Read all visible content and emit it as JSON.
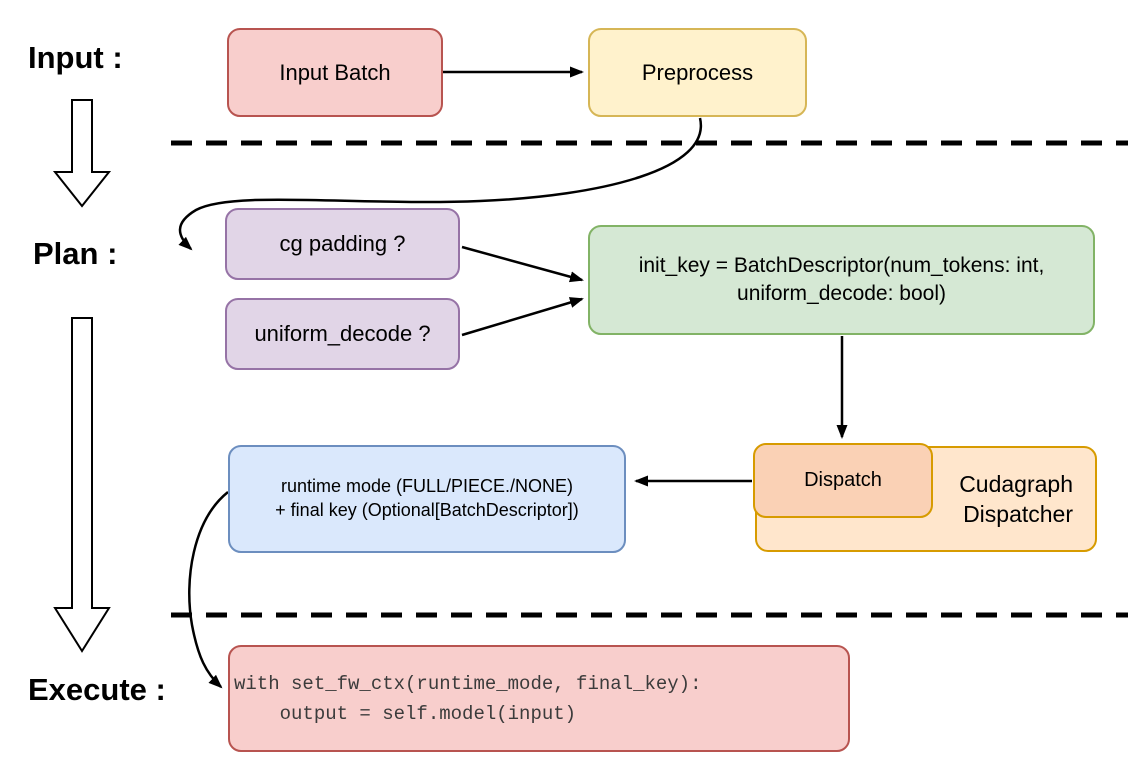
{
  "diagram": {
    "stages": {
      "input_label": "Input :",
      "plan_label": "Plan :",
      "execute_label": "Execute :"
    },
    "nodes": {
      "input_batch": {
        "label": "Input Batch",
        "fill": "#f8cecc",
        "stroke": "#b85450"
      },
      "preprocess": {
        "label": "Preprocess",
        "fill": "#fff2cc",
        "stroke": "#d6b656"
      },
      "cg_padding": {
        "label": "cg padding ?",
        "fill": "#e1d5e7",
        "stroke": "#9673a6"
      },
      "uniform_decode": {
        "label": "uniform_decode ?",
        "fill": "#e1d5e7",
        "stroke": "#9673a6"
      },
      "init_key": {
        "line1": "init_key = BatchDescriptor(num_tokens: int,",
        "line2": "uniform_decode: bool)",
        "fill": "#d5e8d4",
        "stroke": "#82b366"
      },
      "dispatch": {
        "label": "Dispatch",
        "fill": "#fad1b5",
        "stroke": "#d79b00"
      },
      "cudagraph_dispatcher": {
        "line1": "Cudagraph",
        "line2": "Dispatcher",
        "fill": "#ffe6cc",
        "stroke": "#d79b00"
      },
      "runtime_mode": {
        "line1": "runtime mode (FULL/PIECE./NONE)",
        "line2": "+ final key (Optional[BatchDescriptor])",
        "fill": "#dae8fc",
        "stroke": "#6c8ebf"
      },
      "execute_code": {
        "line1": "with set_fw_ctx(runtime_mode, final_key):",
        "line2": "    output = self.model(input)",
        "fill": "#f8cecc",
        "stroke": "#b85450"
      }
    }
  }
}
